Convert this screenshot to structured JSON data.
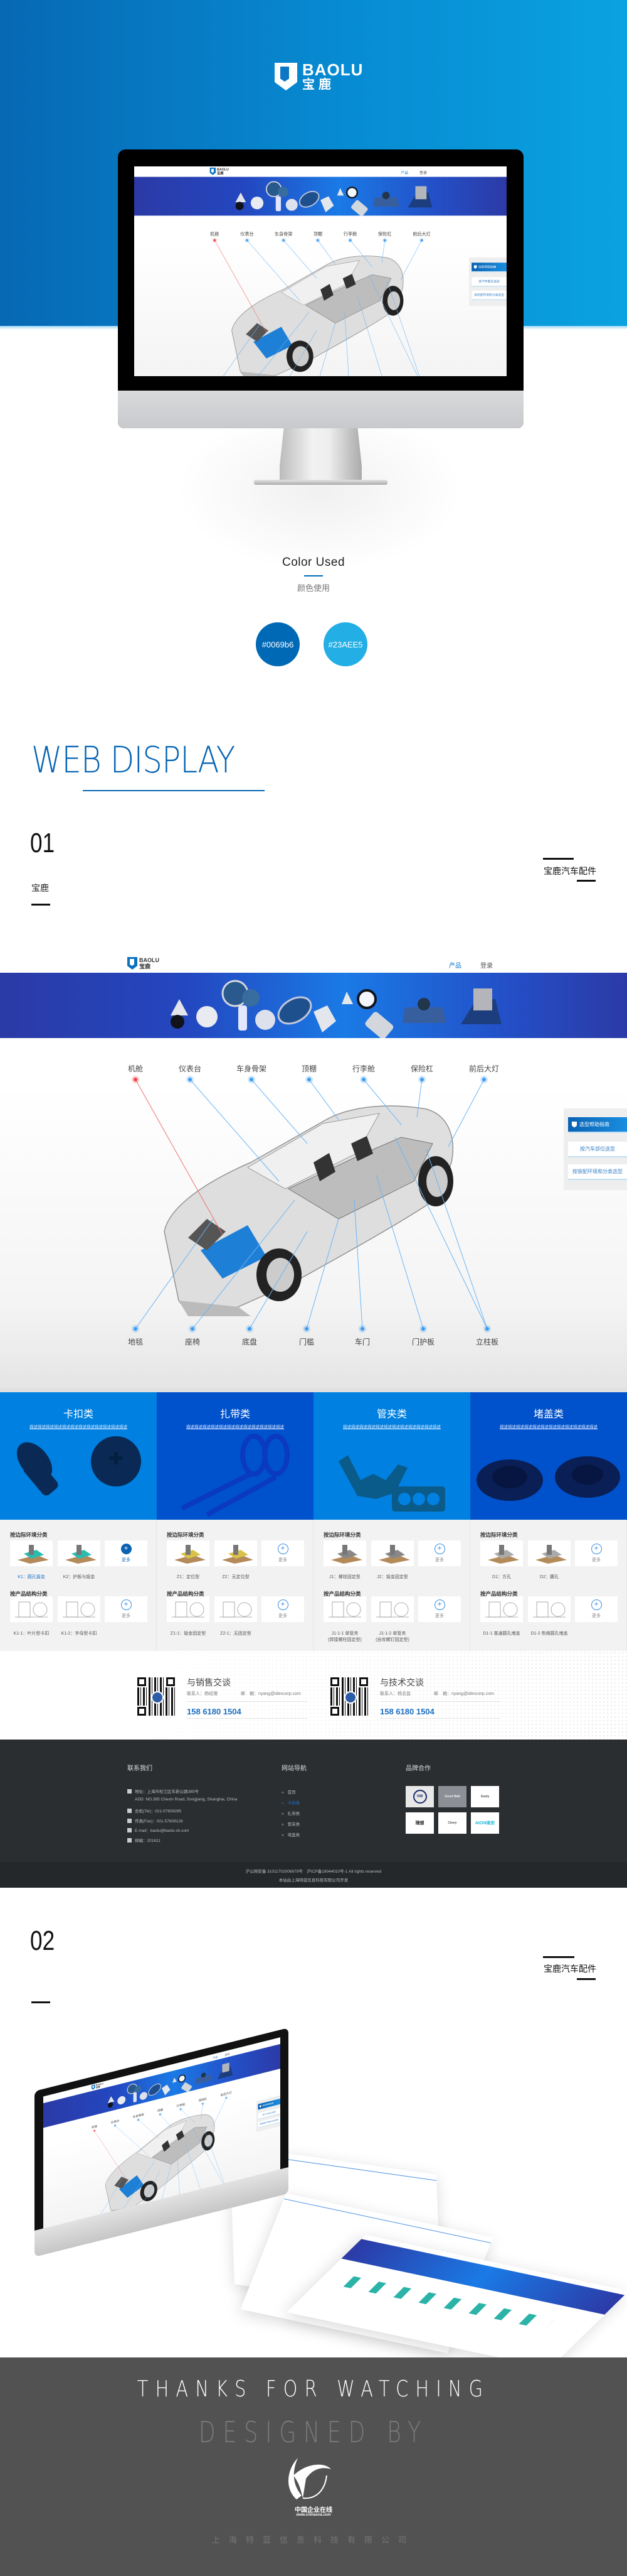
{
  "hero": {
    "brand_en": "BAOLU",
    "brand_cn": "宝鹿"
  },
  "colors": {
    "title": "Color Used",
    "subtitle": "颜色使用",
    "primary": "#0069b6",
    "secondary": "#23AEE5"
  },
  "web_display": {
    "title": "WEB DISPLAY"
  },
  "section1": {
    "number": "01",
    "subtitle": "宝鹿",
    "tag": "宝鹿汽车配件"
  },
  "site": {
    "logo_en": "BAOLU",
    "logo_cn": "宝鹿",
    "nav": [
      {
        "label": "产品",
        "active": true
      },
      {
        "label": "登录",
        "active": false
      }
    ],
    "parts_top": [
      "机舱",
      "仪表台",
      "车身骨架",
      "顶棚",
      "行李舱",
      "保险杠",
      "前后大灯"
    ],
    "parts_bottom": [
      "地毯",
      "座椅",
      "底盘",
      "门槛",
      "车门",
      "门护板",
      "立柱板"
    ],
    "side_panel": [
      "选型帮助指南",
      "按汽车部位选型",
      "按装配环境和分类选型"
    ],
    "categories": [
      {
        "title": "卡扣类",
        "desc": "描述描述描述描述描述描述描述描述描述描述描述描述",
        "color": "#0080e0",
        "env_heading": "按边际环境分类",
        "struct_heading": "按产品结构分类",
        "more": "更多",
        "env_items": [
          {
            "label": "K1：圆孔钣金",
            "active": true
          },
          {
            "label": "K2：护板与钣金"
          }
        ],
        "struct_items": [
          {
            "label": "K1-1：叶片型卡扣"
          },
          {
            "label": "K1-2：字母型卡扣"
          }
        ]
      },
      {
        "title": "扎带类",
        "desc": "描述描述描述描述描述描述描述描述描述描述描述描述",
        "color": "#0052cc",
        "env_heading": "按边际环境分类",
        "struct_heading": "按产品结构分类",
        "more": "更多",
        "env_items": [
          {
            "label": "Z1：定位型"
          },
          {
            "label": "Z2：无定位型"
          }
        ],
        "struct_items": [
          {
            "label": "Z1-1：钣金固定型"
          },
          {
            "label": "Z2-1：无固定型"
          }
        ]
      },
      {
        "title": "管夹类",
        "desc": "描述描述描述描述描述描述描述描述描述描述描述描述",
        "color": "#0080e0",
        "env_heading": "按边际环境分类",
        "struct_heading": "按产品结构分类",
        "more": "更多",
        "env_items": [
          {
            "label": "J1：螺栓固定型"
          },
          {
            "label": "J2：钣金固定型"
          }
        ],
        "struct_items": [
          {
            "label": "J1-1-1 单管夹",
            "sub": "(焊接螺柱固定型)"
          },
          {
            "label": "J1-1-2 单管夹",
            "sub": "(自攻螺钉固定型)"
          }
        ]
      },
      {
        "title": "堵盖类",
        "desc": "描述描述描述描述描述描述描述描述描述描述描述描述",
        "color": "#0052cc",
        "env_heading": "按边际环境分类",
        "struct_heading": "按产品结构分类",
        "more": "更多",
        "env_items": [
          {
            "label": "D1：方孔"
          },
          {
            "label": "D2：腰孔"
          }
        ],
        "struct_items": [
          {
            "label": "D1-1 普通圆孔堵盖"
          },
          {
            "label": "D1-2 热熔圆孔堵盖"
          }
        ]
      }
    ],
    "contact": [
      {
        "title": "与销售交谈",
        "person": "联系人：杨经理",
        "email": "邮　箱：nyang@idexcorp.com",
        "phone": "158 6180 1504"
      },
      {
        "title": "与技术交谈",
        "person": "联系人：杨总监",
        "email": "邮　箱：nyang@idexcorp.com",
        "phone": "158 6180 1504"
      }
    ],
    "footer": {
      "contact_heading": "联系我们",
      "contact_items": [
        {
          "icon": "location-pin-icon",
          "text": "地址：上海市松江区车新公路385号"
        },
        {
          "icon": "",
          "text": "ADD: NO.385 Chexin Road, Songjiang, Shanghai, China"
        },
        {
          "icon": "phone-icon",
          "text": "总机(Tel)：021-57609285"
        },
        {
          "icon": "fax-icon",
          "text": "传真(Fax)：021-57609128"
        },
        {
          "icon": "mail-icon",
          "text": "E-mail：baolu@baolu-sh.com"
        },
        {
          "icon": "postbox-icon",
          "text": "邮编：201611"
        }
      ],
      "nav_heading": "网站导航",
      "nav_items": [
        {
          "label": "首页"
        },
        {
          "label": "卡扣类",
          "active": true
        },
        {
          "label": "扎带类"
        },
        {
          "label": "管夹类"
        },
        {
          "label": "堵盖类"
        }
      ],
      "brands_heading": "品牌合作",
      "brands": [
        "VW",
        "Great Wall",
        "Geely",
        "理想",
        "Chery",
        "AION埃安"
      ],
      "copyright": "沪公网安备 31011702006979号　沪ICP备19044010号-1 All rights reserved",
      "developer": "本站由上海特蓝信息科技有限公司开发"
    }
  },
  "section2": {
    "number": "02",
    "tag": "宝鹿汽车配件"
  },
  "thanks": {
    "title": "THANKS FOR WATCHING",
    "designed_by": "DESIGNED BY",
    "logo_cn": "中国企业在线",
    "logo_url": "www.chinasva.com",
    "company": "上海特蓝信息科技有限公司"
  }
}
